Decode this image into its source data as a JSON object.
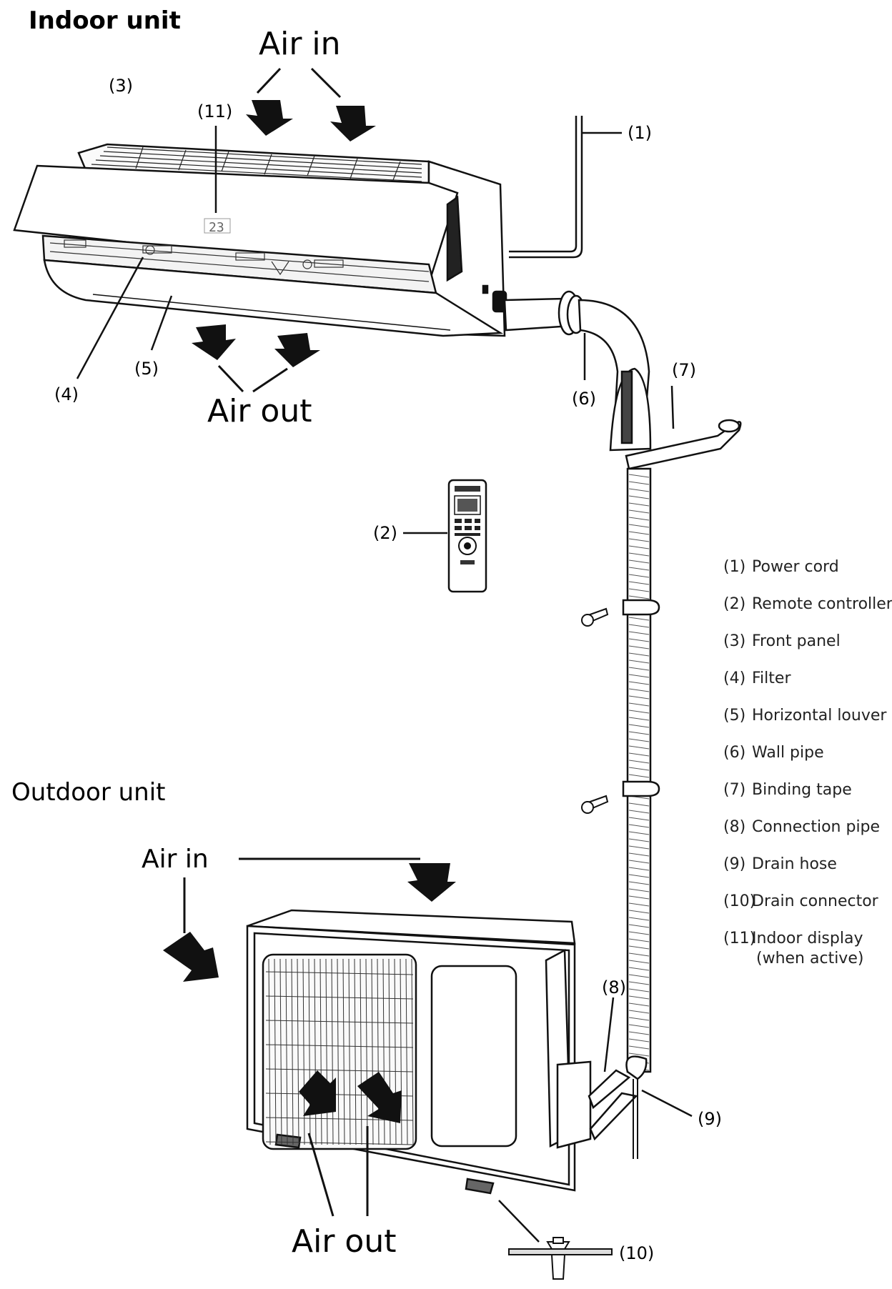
{
  "titles": {
    "indoor": "Indoor unit",
    "outdoor": "Outdoor unit"
  },
  "airflow": {
    "indoor_air_in": "Air in",
    "indoor_air_out": "Air out",
    "outdoor_air_in": "Air in",
    "outdoor_air_out": "Air out"
  },
  "display_digits": "23",
  "callouts": {
    "c1": "(1)",
    "c2": "(2)",
    "c3": "(3)",
    "c4": "(4)",
    "c5": "(5)",
    "c6": "(6)",
    "c7": "(7)",
    "c8": "(8)",
    "c9": "(9)",
    "c10": "(10)",
    "c11": "(11)"
  },
  "legend": [
    {
      "num": "(1)",
      "label": "Power cord"
    },
    {
      "num": "(2)",
      "label": "Remote controller"
    },
    {
      "num": "(3)",
      "label": "Front panel"
    },
    {
      "num": "(4)",
      "label": "Filter"
    },
    {
      "num": "(5)",
      "label": "Horizontal louver"
    },
    {
      "num": "(6)",
      "label": "Wall pipe"
    },
    {
      "num": "(7)",
      "label": "Binding tape"
    },
    {
      "num": "(8)",
      "label": "Connection pipe"
    },
    {
      "num": "(9)",
      "label": "Drain hose"
    },
    {
      "num": "(10)",
      "label": "Drain connector"
    },
    {
      "num": "(11)",
      "label": "Indoor display",
      "label2": "(when active)"
    }
  ]
}
